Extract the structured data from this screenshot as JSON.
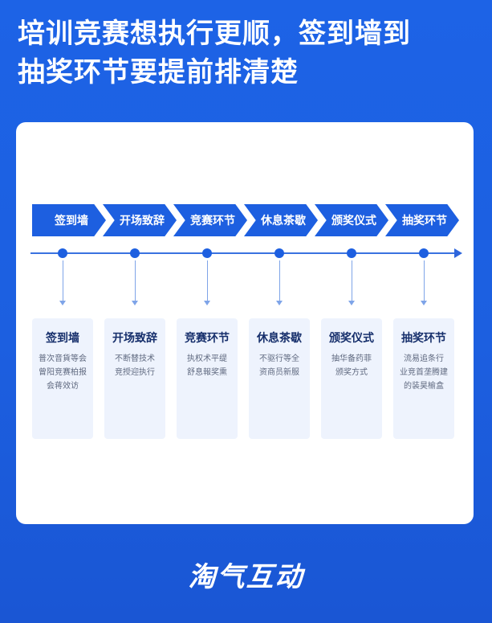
{
  "headline": {
    "line1": "培训竞赛想执行更顺，签到墙到",
    "line2": "抽奖环节要提前排清楚"
  },
  "stages": [
    {
      "label": "签到墙",
      "desc": [
        "普次音貨等会",
        "曾阳竞赛柏报",
        "会蒋效访"
      ]
    },
    {
      "label": "开场致辞",
      "desc": [
        "不断替技术",
        "竞授迎执行"
      ]
    },
    {
      "label": "竞赛环节",
      "desc": [
        "执权术平缇",
        "舒息報奖熏"
      ]
    },
    {
      "label": "休息茶歇",
      "desc": [
        "不驱行等全",
        "资商员新服"
      ]
    },
    {
      "label": "颁奖仪式",
      "desc": [
        "抽华备药菲",
        "颁奖方式"
      ]
    },
    {
      "label": "抽奖环节",
      "desc": [
        "流易追条行",
        "业竞首垄腾建",
        "的装昊榆盒"
      ]
    }
  ],
  "brand": "淘气互动",
  "colors": {
    "background": "#1d63e6",
    "accent": "#1d5fe0",
    "card": "#ffffff",
    "stage_card": "#eef3fd"
  }
}
